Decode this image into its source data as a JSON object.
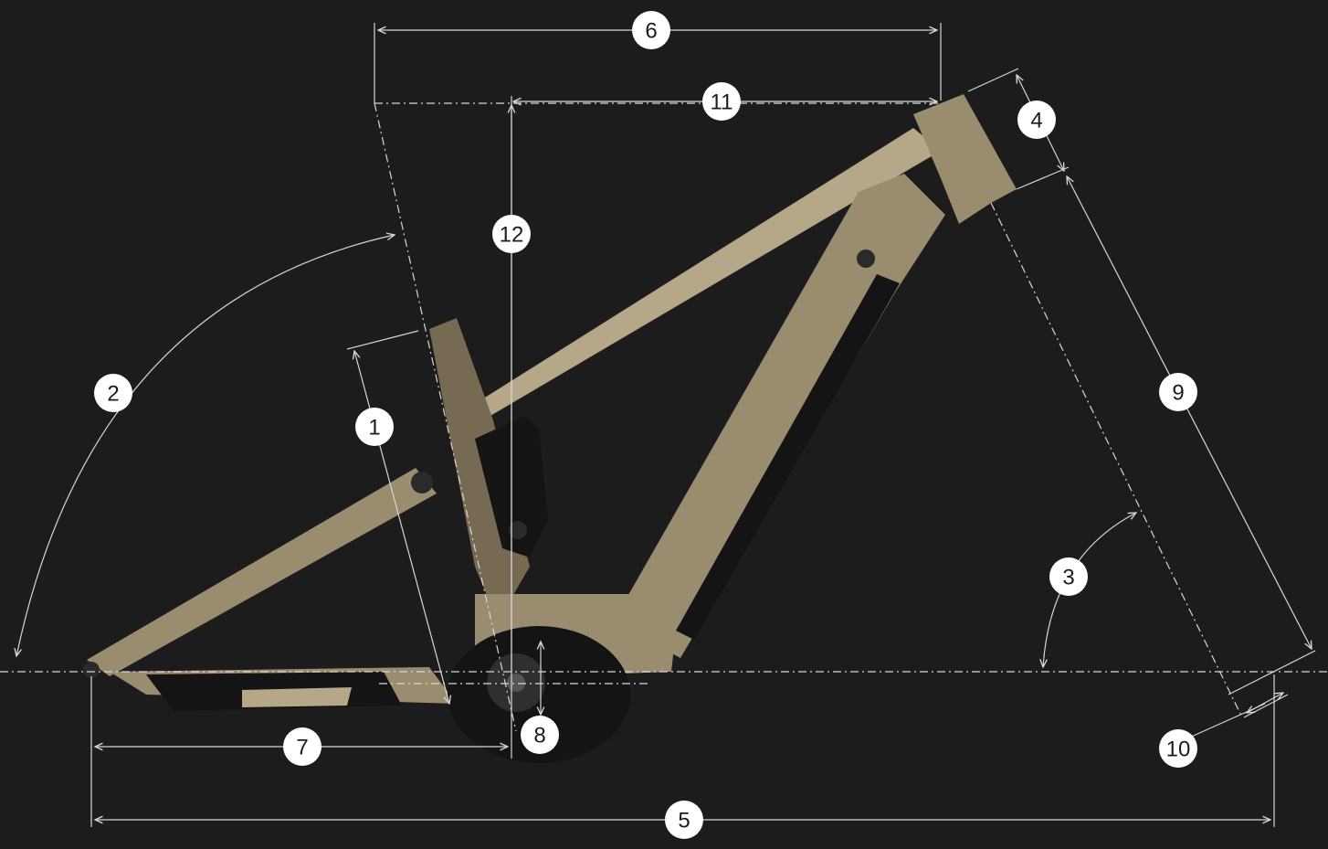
{
  "diagram": {
    "colors": {
      "background": "#1c1c1c",
      "line": "#d6d6d6",
      "badge": "#ffffff",
      "badge_text": "#1c1c1c",
      "frame": "#9a8c6f"
    },
    "labels": [
      "1",
      "2",
      "3",
      "4",
      "5",
      "6",
      "7",
      "8",
      "9",
      "10",
      "11",
      "12"
    ]
  }
}
